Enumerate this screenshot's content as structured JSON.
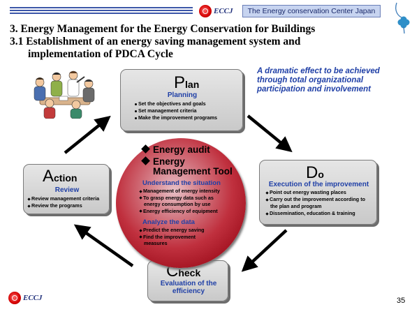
{
  "header": {
    "logo_text": "ECCJ",
    "center_name": "The Energy conservation Center Japan"
  },
  "title": {
    "line1": "3. Energy Management for the Energy Conservation for Buildings",
    "line2": "3.1 Establishment of an energy saving management system and",
    "line3": "implementation of PDCA Cycle"
  },
  "tagline": "A dramatic effect to be achieved through total organizational participation and involvement",
  "plan": {
    "initial": "P",
    "rest": "lan",
    "subtitle": "Planning",
    "items": [
      "Set the objectives and goals",
      "Set management criteria",
      "Make the improvement programs"
    ]
  },
  "do": {
    "initial": "D",
    "rest": "o",
    "subtitle": "Execution of the improvement",
    "items": [
      "Point out energy wasting places",
      "Carry out the improvement according to",
      "the plan and program",
      "Dissemination, education & training"
    ]
  },
  "check": {
    "initial": "C",
    "rest": "heck",
    "subtitle_line1": "Evaluation of the",
    "subtitle_line2": "efficiency"
  },
  "action": {
    "initial": "A",
    "rest": "ction",
    "subtitle": "Review",
    "items": [
      "Review management criteria",
      "Review the programs"
    ]
  },
  "center": {
    "head1": "Energy audit",
    "head2a": "Energy",
    "head2b": "Management Tool",
    "understand_title": "Understand the situation",
    "understand_items": [
      "Management of energy intensity",
      "To grasp energy data such as",
      "energy consumption by use",
      "Energy efficiency of equipment"
    ],
    "analyze_title": "Analyze the data",
    "analyze_items": [
      "Predict the energy saving",
      "Find the improvement",
      "measures"
    ]
  },
  "footer": {
    "logo_text": "ECCJ",
    "page_number": "35"
  },
  "colors": {
    "accent_blue": "#1f3fa6",
    "box_gray": "#d8d8d8",
    "circle_red": "#c0303e"
  }
}
